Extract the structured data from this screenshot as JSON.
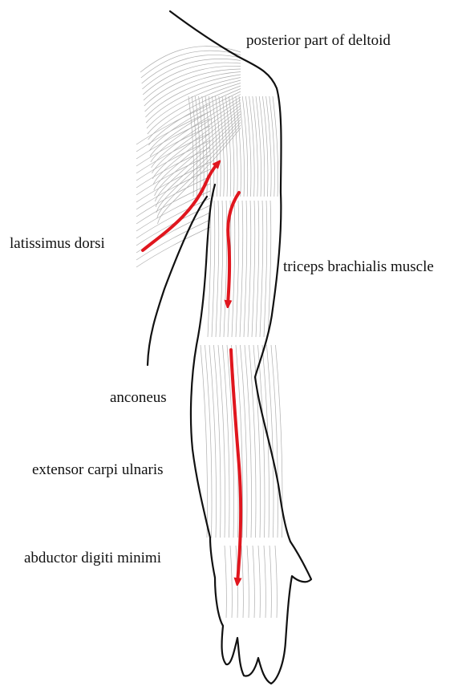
{
  "labels": {
    "deltoid": "posterior part of deltoid",
    "latissimus": "latissimus dorsi",
    "triceps": "triceps brachialis muscle",
    "anconeus": "anconeus",
    "extensor": "extensor carpi ulnaris",
    "abductor": "abductor digiti minimi"
  },
  "colors": {
    "arrow": "#e0161e",
    "outline": "#111111",
    "fiber": "#9a9a9a"
  }
}
